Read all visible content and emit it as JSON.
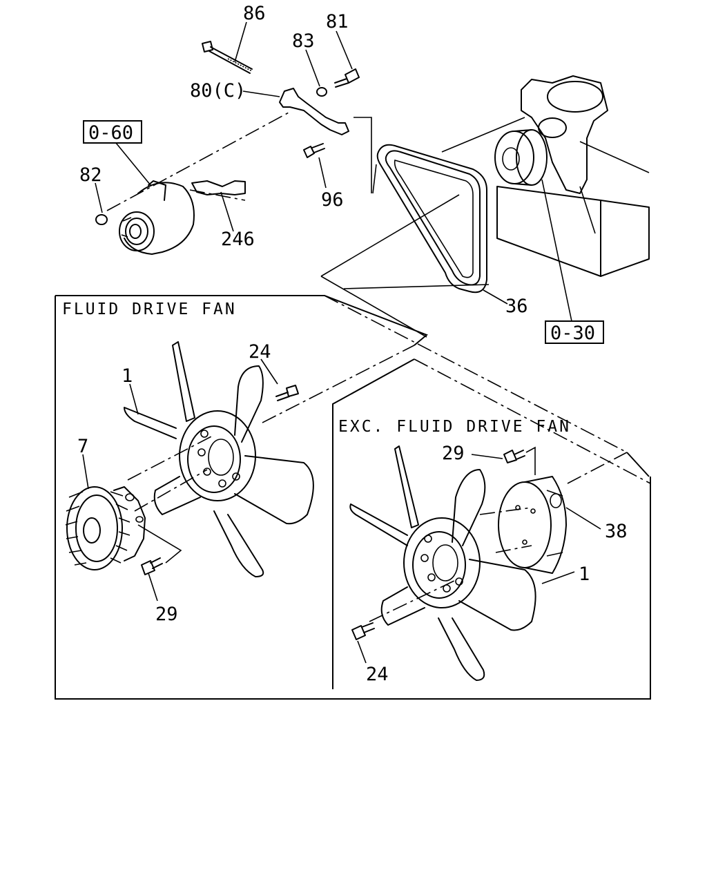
{
  "callouts": {
    "c86": "86",
    "c81": "81",
    "c83": "83",
    "c80c": "80(C)",
    "c82": "82",
    "c96": "96",
    "c246": "246",
    "c36": "36",
    "c24a": "24",
    "c1a": "1",
    "c7": "7",
    "c29a": "29",
    "c29b": "29",
    "c38": "38",
    "c1b": "1",
    "c24b": "24"
  },
  "refs": {
    "r060": "0-60",
    "r030": "0-30"
  },
  "sections": {
    "fluid": "FLUID DRIVE FAN",
    "exc": "EXC. FLUID DRIVE FAN"
  }
}
